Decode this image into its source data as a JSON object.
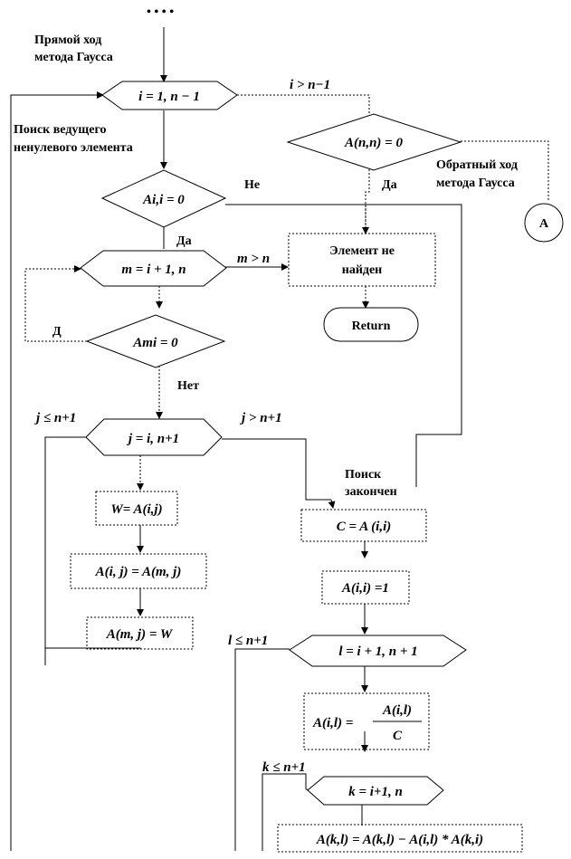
{
  "top_ellipsis": "• • • •",
  "labels": {
    "forward_1": "Прямой ход",
    "forward_2": "метода Гаусса",
    "search_1": "Поиск ведущего",
    "search_2": "ненулевого элемента",
    "backward_1": "Обратный ход",
    "backward_2": "метода Гаусса",
    "connector_a": "A",
    "yes_top": "Да",
    "no_top": "Не",
    "yes_mid": "Да",
    "d_left": "Д",
    "no_mid": "Нет",
    "search_done_1": "Поиск",
    "search_done_2": "закончен",
    "i_gt": "i > n−1",
    "m_gt": "m > n",
    "j_le": "j ≤ n+1",
    "j_gt": "j > n+1",
    "l_le": "l ≤ n+1",
    "k_le": "k ≤ n+1"
  },
  "blocks": {
    "loop_i": "i = 1, n − 1",
    "cond_ann": "A(n,n) = 0",
    "cond_aii": "Ai,i = 0",
    "not_found_1": "Элемент не",
    "not_found_2": "найден",
    "loop_m": "m = i + 1, n",
    "return": "Return",
    "cond_ami": "Ami = 0",
    "loop_j": "j = i, n+1",
    "w_assign": "W= A(i,j)",
    "a_swap_1": "A(i, j) = A(m, j)",
    "a_swap_2": "A(m, j) = W",
    "c_assign": "C = A (i,i)",
    "aii_one": "A(i,i) =1",
    "loop_l": "l = i + 1, n + 1",
    "div_left": "A(i,l) =",
    "div_num": "A(i,l)",
    "div_den": "C",
    "loop_k": "k = i+1, n",
    "elim": "A(k,l) = A(k,l) − A(i,l) * A(k,i)"
  }
}
